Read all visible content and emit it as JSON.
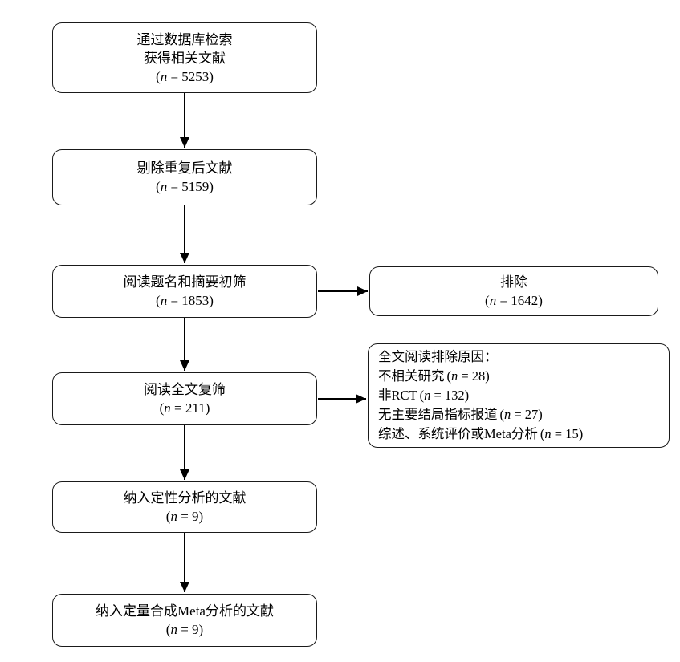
{
  "flow": {
    "box_search": {
      "line1": "通过数据库检索",
      "line2": "获得相关文献",
      "n": "5253"
    },
    "box_dedup": {
      "line1": "剔除重复后文献",
      "n": "5159"
    },
    "box_title_abstract": {
      "line1": "阅读题名和摘要初筛",
      "n": "1853"
    },
    "box_excluded": {
      "line1": "排除",
      "n": "1642"
    },
    "box_fulltext": {
      "line1": "阅读全文复筛",
      "n": "211"
    },
    "box_fulltext_reasons": {
      "heading": "全文阅读排除原因：",
      "reasons": [
        {
          "text": "不相关研究",
          "n": "28"
        },
        {
          "text": "非RCT",
          "n": "132"
        },
        {
          "text": "无主要结局指标报道",
          "n": "27"
        },
        {
          "text": "综述、系统评价或Meta分析",
          "n": "15"
        }
      ]
    },
    "box_qualitative": {
      "line1": "纳入定性分析的文献",
      "n": "9"
    },
    "box_quantitative": {
      "line1": "纳入定量合成Meta分析的文献",
      "n": "9"
    }
  },
  "style": {
    "line_color": "#000000",
    "border_color": "#1a1a1a",
    "background": "#ffffff"
  }
}
